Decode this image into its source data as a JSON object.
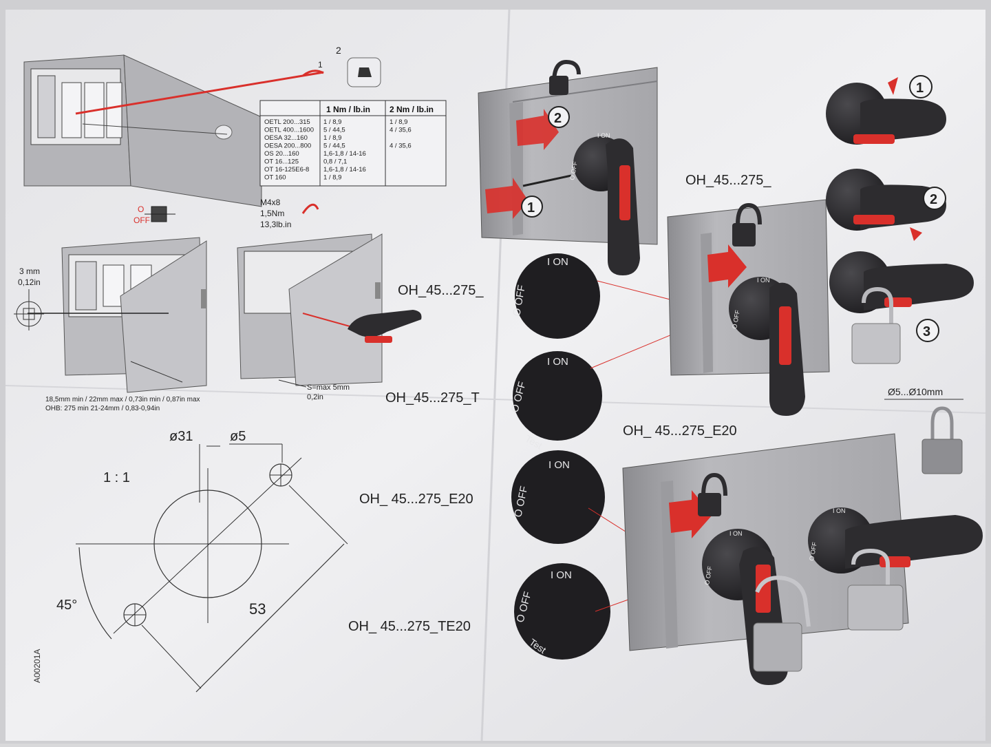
{
  "torque_table": {
    "headers": [
      "1 Nm / lb.in",
      "2 Nm / lb.in"
    ],
    "rows": [
      {
        "model": "OETL 200...315",
        "v1": "1 / 8,9",
        "v2": "1 / 8,9"
      },
      {
        "model": "OETL 400...1600",
        "v1": "5 / 44,5",
        "v2": "4 / 35,6"
      },
      {
        "model": "OESA 32...160",
        "v1": "1 / 8,9",
        "v2": ""
      },
      {
        "model": "OESA 200...800",
        "v1": "5 / 44,5",
        "v2": "4 / 35,6"
      },
      {
        "model": "OS 20...160",
        "v1": "1,6-1,8 / 14-16",
        "v2": ""
      },
      {
        "model": "OT 16...125",
        "v1": "0,8 / 7,1",
        "v2": ""
      },
      {
        "model": "OT 16-125E6-8",
        "v1": "1,6-1,8 / 14-16",
        "v2": ""
      },
      {
        "model": "OT 160",
        "v1": "1 / 8,9",
        "v2": ""
      }
    ]
  },
  "callouts": {
    "n1": "1",
    "n2": "2",
    "n3": "3",
    "off_o": "O",
    "off": "OFF",
    "gap_mm": "3 mm",
    "gap_in": "0,12in",
    "screw": "M4x8",
    "torque_nm": "1,5Nm",
    "torque_lb": "13,3lb.in",
    "s_max": "S=max 5mm",
    "s_in": "0,2in",
    "depth_1": "18,5mm min / 22mm max  / 0,73in min / 0,87in max",
    "depth_2": "OHB: 275 min 21-24mm / 0,83-0,94in"
  },
  "drilling": {
    "scale": "1 : 1",
    "d_big": "ø31",
    "d_small": "ø5",
    "angle": "45°",
    "distance": "53",
    "code": "A00201A"
  },
  "dials": {
    "on": "I ON",
    "off": "O OFF",
    "test": "Test",
    "labels": [
      "OH_45...275_",
      "OH_45...275_T",
      "OH_ 45...275_E20",
      "OH_ 45...275_TE20"
    ]
  },
  "models": {
    "upper": "OH_45...275_",
    "lower": "OH_ 45...275_E20",
    "shackle": "Ø5...Ø10mm"
  },
  "colors": {
    "red": "#d9302b",
    "handle": "#2d2c2f",
    "paper": "#ececee"
  }
}
